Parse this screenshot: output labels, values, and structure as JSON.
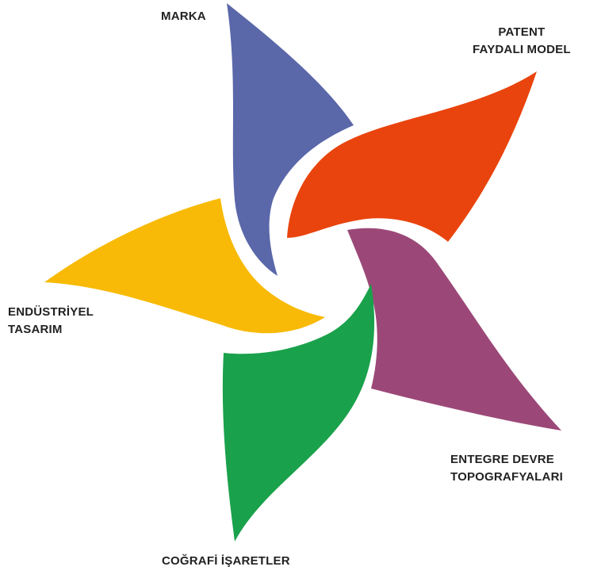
{
  "diagram": {
    "petals": [
      {
        "key": "marka",
        "color": "#5a67a9",
        "label_lines": [
          "MARKA"
        ]
      },
      {
        "key": "patent",
        "color": "#e9440d",
        "label_lines": [
          "PATENT",
          "FAYDALI MODEL"
        ]
      },
      {
        "key": "entegre",
        "color": "#9b4878",
        "label_lines": [
          "ENTEGRE DEVRE",
          "TOPOGRAFYALARI"
        ]
      },
      {
        "key": "cografi",
        "color": "#1aa14b",
        "label_lines": [
          "COĞRAFİ İŞARETLER"
        ]
      },
      {
        "key": "endustriyel",
        "color": "#f8ba06",
        "label_lines": [
          "ENDÜSTRİYEL",
          "TASARIM"
        ]
      }
    ]
  }
}
